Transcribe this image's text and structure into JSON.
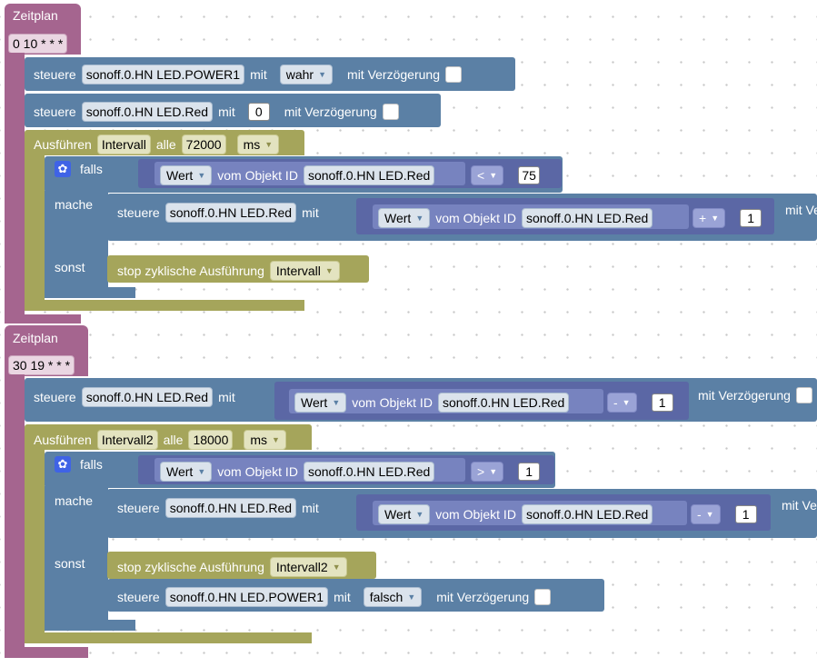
{
  "schedule1": {
    "title": "Zeitplan",
    "cron": "0 10 * * *",
    "control1": {
      "label": "steuere",
      "target": "sonoff.0.HN LED.POWER1",
      "with": "mit",
      "value": "wahr",
      "delay_label": "mit Verzögerung"
    },
    "control2": {
      "label": "steuere",
      "target": "sonoff.0.HN LED.Red",
      "with": "mit",
      "value": "0",
      "delay_label": "mit Verzögerung"
    },
    "interval": {
      "run_label": "Ausführen",
      "name": "Intervall",
      "every": "alle",
      "ms_value": "72000",
      "unit": "ms",
      "if_label": "falls",
      "do_label": "mache",
      "else_label": "sonst",
      "cond": {
        "value_dd": "Wert",
        "from_object": "vom Objekt ID",
        "object": "sonoff.0.HN LED.Red",
        "op": "<",
        "compare": "75"
      },
      "do_control": {
        "label": "steuere",
        "target": "sonoff.0.HN LED.Red",
        "with": "mit",
        "value_dd": "Wert",
        "from_object": "vom Objekt ID",
        "object": "sonoff.0.HN LED.Red",
        "op": "+",
        "operand": "1",
        "delay_label": "mit Ve"
      },
      "else_stop": {
        "label": "stop zyklische Ausführung",
        "name": "Intervall"
      }
    }
  },
  "schedule2": {
    "title": "Zeitplan",
    "cron": "30 19 * * *",
    "control1": {
      "label": "steuere",
      "target": "sonoff.0.HN LED.Red",
      "with": "mit",
      "value_dd": "Wert",
      "from_object": "vom Objekt ID",
      "object": "sonoff.0.HN LED.Red",
      "op": "-",
      "operand": "1",
      "delay_label": "mit Verzögerung"
    },
    "interval": {
      "run_label": "Ausführen",
      "name": "Intervall2",
      "every": "alle",
      "ms_value": "18000",
      "unit": "ms",
      "if_label": "falls",
      "do_label": "mache",
      "else_label": "sonst",
      "cond": {
        "value_dd": "Wert",
        "from_object": "vom Objekt ID",
        "object": "sonoff.0.HN LED.Red",
        "op": ">",
        "compare": "1"
      },
      "do_control": {
        "label": "steuere",
        "target": "sonoff.0.HN LED.Red",
        "with": "mit",
        "value_dd": "Wert",
        "from_object": "vom Objekt ID",
        "object": "sonoff.0.HN LED.Red",
        "op": "-",
        "operand": "1",
        "delay_label": "mit Ve"
      },
      "else_stop": {
        "label": "stop zyklische Ausführung",
        "name": "Intervall2"
      },
      "else_control": {
        "label": "steuere",
        "target": "sonoff.0.HN LED.POWER1",
        "with": "mit",
        "value": "falsch",
        "delay_label": "mit Verzögerung"
      }
    }
  }
}
